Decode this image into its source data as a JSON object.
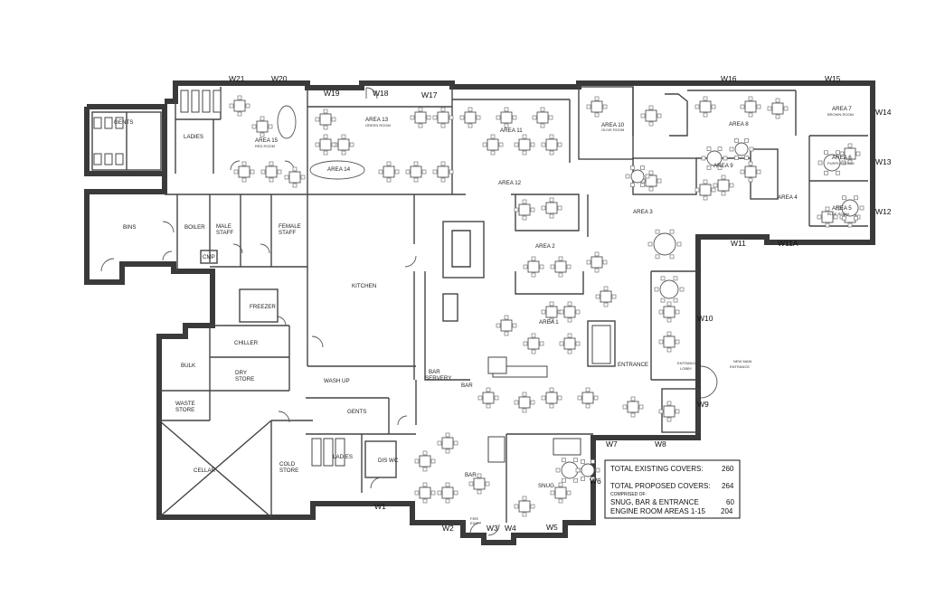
{
  "windows": [
    "W21",
    "W20",
    "W19",
    "W18",
    "W17",
    "W16",
    "W15",
    "W14",
    "W13",
    "W12",
    "W11",
    "W11A",
    "W10",
    "W9",
    "W8",
    "W7",
    "W6",
    "W5",
    "W4",
    "W3",
    "W2",
    "W1"
  ],
  "rooms": {
    "gents_top": "GENTS",
    "ladies_top": "LADIES",
    "area15": "AREA 15",
    "area15_sub": "RED ROOM",
    "area13": "AREA 13",
    "area13_sub": "GREEN ROOM",
    "area14": "AREA 14",
    "area11": "AREA 11",
    "area12": "AREA 12",
    "area10": "AREA 10",
    "area10_sub": "OLIVE ROOM",
    "area8": "AREA 8",
    "area7": "AREA 7",
    "area7_sub": "BROWN ROOM",
    "area6": "AREA 6",
    "area6_sub": "PURPLE ROOM",
    "area5": "AREA 5",
    "area5_sub": "BLUE ROOM",
    "area9": "AREA 9",
    "area4": "AREA 4",
    "area3": "AREA 3",
    "area2": "AREA 2",
    "area1": "AREA 1",
    "bins": "BINS",
    "boiler": "BOILER",
    "male_staff": "MALE\nSTAFF",
    "female_staff": "FEMALE\nSTAFF",
    "cmp": "CMP",
    "kitchen": "KITCHEN",
    "freezer": "FREEZER",
    "chiller": "CHILLER",
    "bulk": "BULK",
    "dry_store": "DRY\nSTORE",
    "waste_store": "WASTE\nSTORE",
    "cellar": "CELLAR",
    "cold_store": "COLD\nSTORE",
    "wash_up": "WASH UP",
    "bar_servery": "BAR\nSERVERY",
    "bar_upper": "BAR",
    "gents_lower": "GENTS",
    "ladies_lower": "LADIES",
    "dis_wc": "DIS WC",
    "bar_lower": "BAR",
    "snug": "SNUG",
    "entrance": "ENTRANCE",
    "entrance_lobby": "ENTRANCE\nLOBBY",
    "new_main_entrance": "NEW MAIN\nENTRANCE",
    "fire_exit": "FIRE\nEXIT"
  },
  "covers": {
    "existing_label": "TOTAL EXISTING COVERS:",
    "existing_value": "260",
    "proposed_label": "TOTAL PROPOSED COVERS:",
    "proposed_value": "264",
    "comprised": "COMPRISED OF:",
    "snug_label": "SNUG, BAR & ENTRANCE",
    "snug_value": "60",
    "engine_label": "ENGINE ROOM AREAS 1-15",
    "engine_value": "204"
  }
}
